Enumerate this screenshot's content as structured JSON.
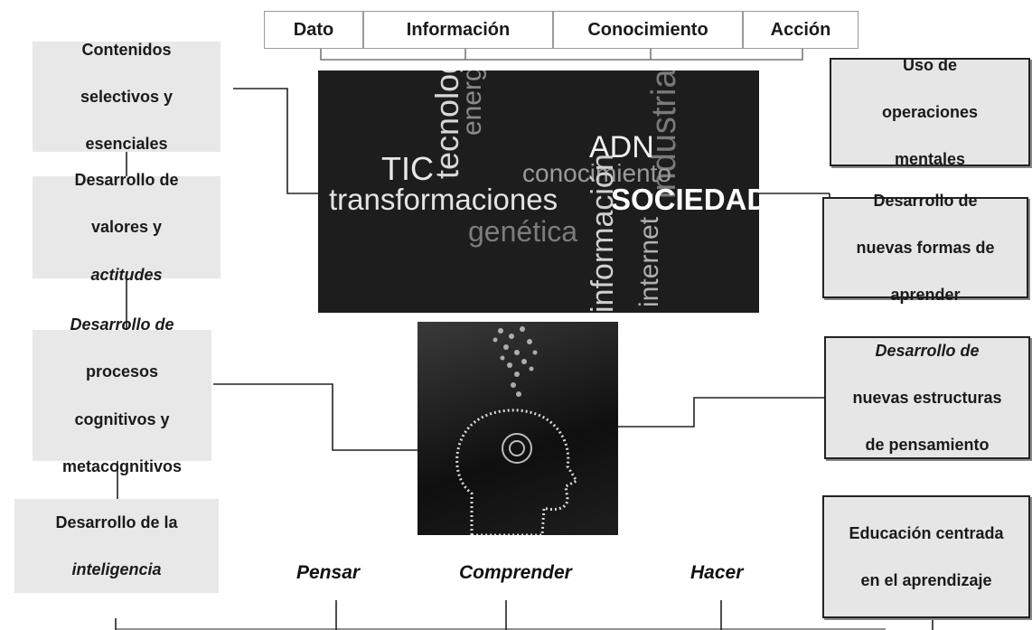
{
  "stages": [
    "Dato",
    "Información",
    "Conocimiento",
    "Acción"
  ],
  "left_boxes": [
    {
      "line1": "Contenidos",
      "line2": "selectivos y",
      "line3": "esenciales",
      "line4": ""
    },
    {
      "line1": "Desarrollo de",
      "line2": "valores y",
      "line3": "actitudes",
      "line4": ""
    },
    {
      "line1": "Desarrollo de",
      "line2": "procesos",
      "line3": "cognitivos y",
      "line4": "metacognitivos"
    },
    {
      "line1": "Desarrollo de la",
      "line2": "inteligencia",
      "line3": "",
      "line4": ""
    }
  ],
  "right_boxes": [
    {
      "line1": "Uso de",
      "line2": "operaciones",
      "line3": "mentales"
    },
    {
      "line1": "Desarrollo de",
      "line2": "nuevas formas de",
      "line3": "aprender"
    },
    {
      "line1": "Desarrollo de",
      "line2": "nuevas estructuras",
      "line3": "de pensamiento"
    },
    {
      "line1": "Educación centrada",
      "line2": "en el aprendizaje",
      "line3": ""
    }
  ],
  "actions": [
    "Pensar",
    "Comprender",
    "Hacer"
  ],
  "word_cloud": {
    "tic": "TIC",
    "tecnologia": "tecnología",
    "energia": "energía",
    "industrial": "industrial",
    "adn": "ADN",
    "conocimiento": "conocimiento",
    "transformaciones": "transformaciones",
    "sociedad": "SOCIEDAD",
    "genetica": "genética",
    "informacion": "información",
    "internet": "internet"
  },
  "colors": {
    "box_gray": "#e6e6e6",
    "cloud_bg": "#1d1d1d",
    "line": "#222222"
  }
}
